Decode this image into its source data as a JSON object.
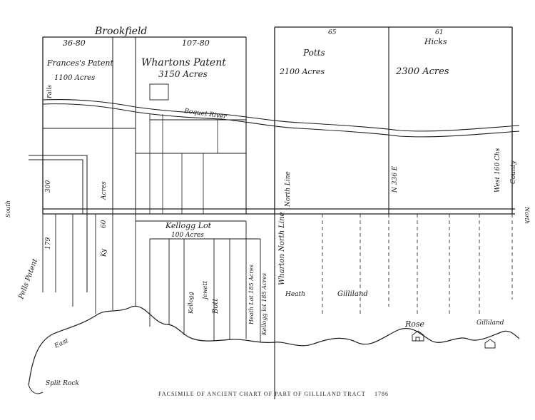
{
  "caption": {
    "text": "FACSIMILE OF ANCIENT CHART OF PART OF GILLILAND TRACT",
    "year": "1786"
  },
  "labels": {
    "brookfield": "Brookfield",
    "num_36_80": "36-80",
    "num_107_80": "107-80",
    "frances_patent": "Frances's Patent",
    "acres_1100": "1100 Acres",
    "wharton_patent": "Whartons Patent",
    "acres_3150": "3150 Acres",
    "potts": "Potts",
    "acres_2100": "2100 Acres",
    "hicks": "Hicks",
    "acres_2300": "2300 Acres",
    "num_65": "65",
    "num_61": "61",
    "falls": "Falls",
    "boquet_river": "Boquet River",
    "south": "South",
    "north": "North",
    "num_300": "300",
    "num_179": "179",
    "ky": "Ky",
    "num_60": "60",
    "acres_small": "Acres",
    "kellogg_lot": "Kellogg Lot",
    "kellogg_lot_acres": "100 Acres",
    "wharton_line": "Wharton North Line",
    "north_line_right": "North Line",
    "west_line": "West 160 Chs",
    "no_336": "N 336 E",
    "county": "County",
    "heath": "Heath",
    "gilliland": "Gilliland",
    "rose": "Rose",
    "gilliland_right": "Gilliland",
    "east": "East",
    "split_rock": "Split Rock",
    "peppers_patent": "Pells Patent",
    "bott": "Bott",
    "heath_lot": "Heath Lot 185 Acres",
    "kellogg_lot_2": "Kellogg lot 185 Acres",
    "jewett": "Jewett",
    "kellogg_lot3": "Kellogg"
  }
}
